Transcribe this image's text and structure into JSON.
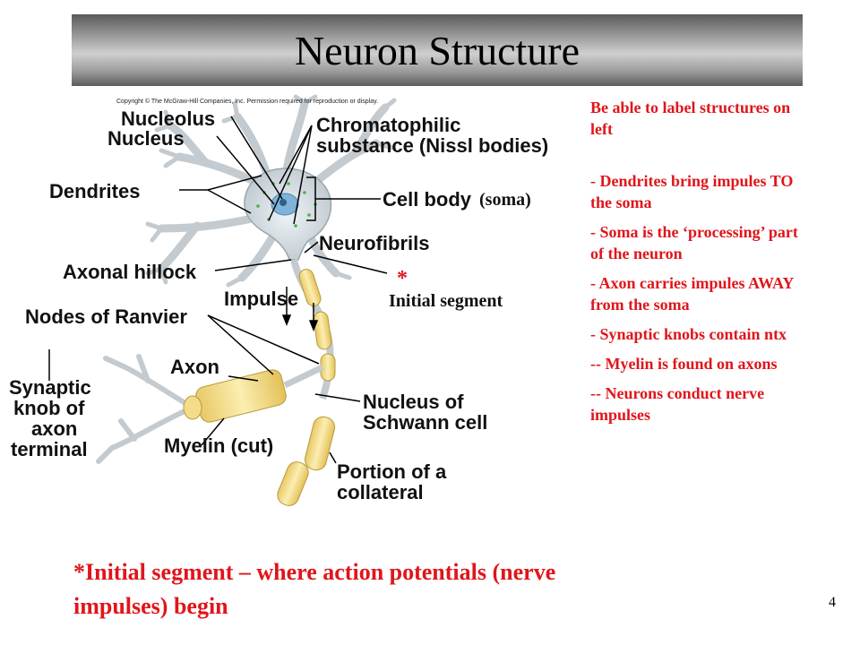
{
  "slide": {
    "title": "Neuron Structure",
    "page_number": "4"
  },
  "figure": {
    "copyright": "Copyright © The McGraw-Hill Companies, Inc. Permission required for reproduction or display.",
    "labels": {
      "nucleolus": "Nucleolus",
      "nucleus": "Nucleus",
      "chromatophilic_1": "Chromatophilic",
      "chromatophilic_2": "substance (Nissl bodies)",
      "dendrites": "Dendrites",
      "cell_body": "Cell body",
      "soma_note": "(soma)",
      "neurofibrils": "Neurofibrils",
      "axonal_hillock": "Axonal hillock",
      "asterisk": "*",
      "initial_segment": "Initial segment",
      "impulse": "Impulse",
      "nodes_of_ranvier": "Nodes of Ranvier",
      "axon": "Axon",
      "synaptic_1": "Synaptic",
      "synaptic_2": "knob of",
      "synaptic_3": "axon",
      "synaptic_4": "terminal",
      "schwann_1": "Nucleus of",
      "schwann_2": "Schwann cell",
      "myelin_cut": "Myelin (cut)",
      "collateral_1": "Portion of a",
      "collateral_2": "collateral"
    }
  },
  "side_notes": {
    "intro": "Be able to label structures on left",
    "items": [
      "- Dendrites bring impules TO the soma",
      "- Soma is the ‘processing’ part of the neuron",
      "- Axon carries impules AWAY from the soma",
      "- Synaptic knobs contain ntx",
      "-- Myelin is found on axons",
      "-- Neurons conduct nerve impulses"
    ]
  },
  "footnote": "*Initial segment – where action potentials (nerve impulses) begin",
  "colors": {
    "accent": "#e0151b",
    "neuron_fill": "#c9cfd3",
    "myelin_fill": "#f3dd8c",
    "nucleus_fill": "#7fb3d9"
  }
}
